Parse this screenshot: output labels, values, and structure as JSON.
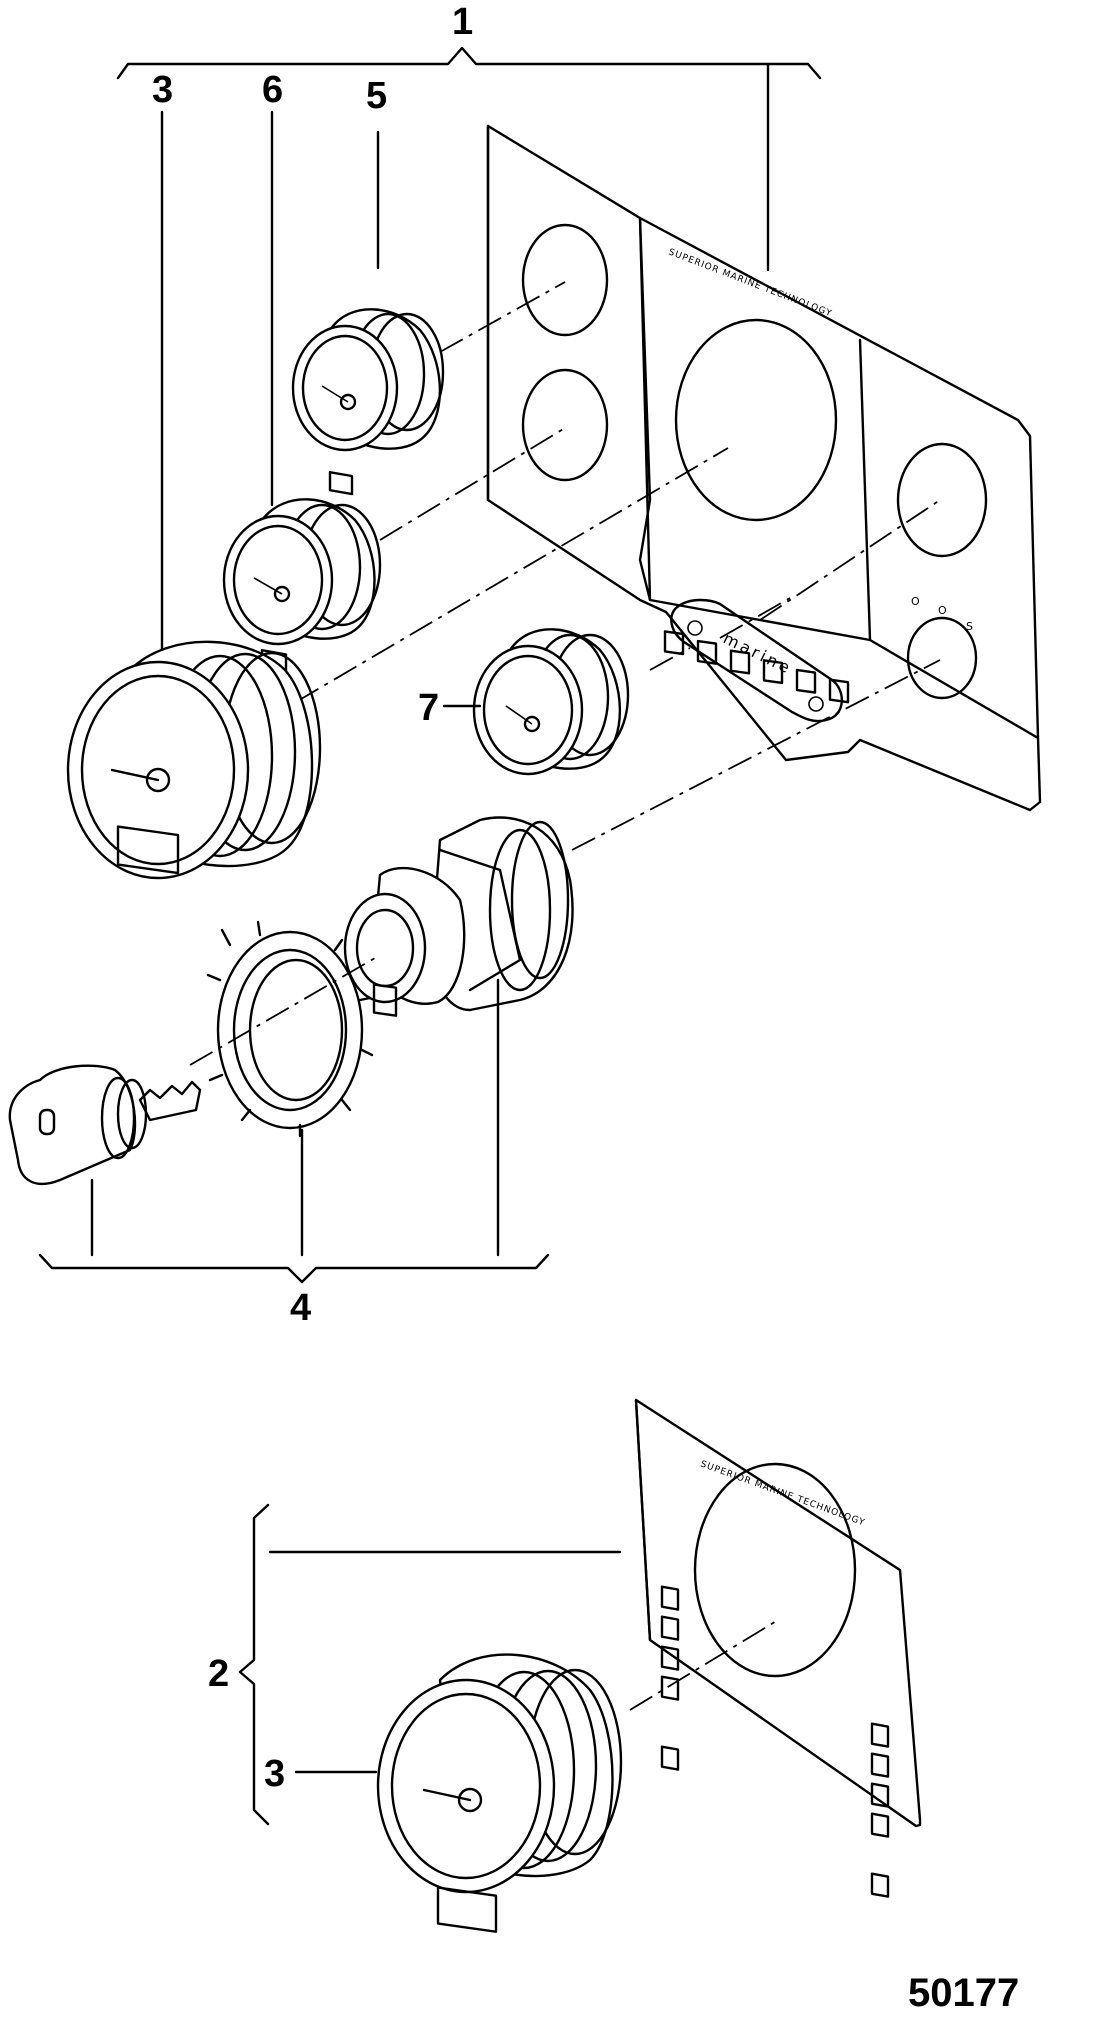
{
  "figure_id": "50177",
  "callouts": [
    "1",
    "2",
    "3",
    "4",
    "5",
    "6",
    "7"
  ],
  "panel_upper_text": "SUPERIOR MARINE TECHNOLOGY",
  "panel_lower_text": "SUPERIOR MARINE TECHNOLOGY",
  "panel_brand": "marine",
  "switch_positions": [
    "O",
    "O",
    "S"
  ]
}
